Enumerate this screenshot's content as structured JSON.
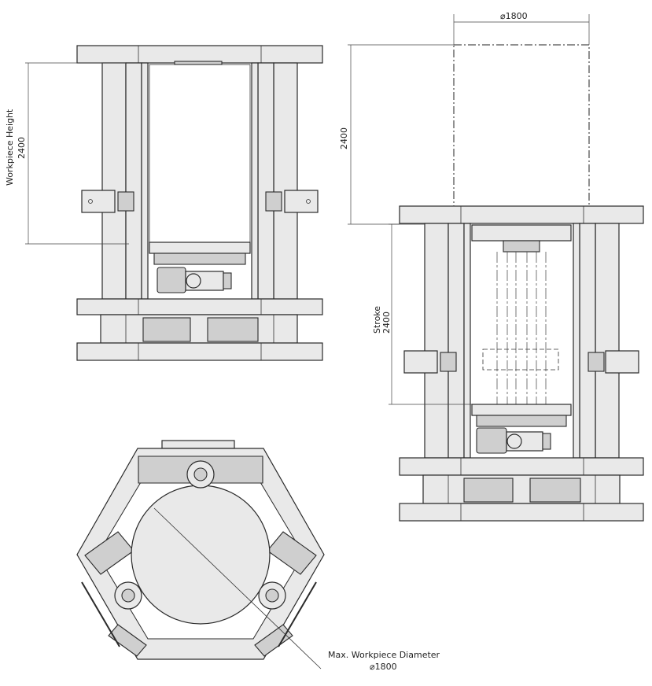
{
  "labels": {
    "workpiece_height_title": "Workpiece Height",
    "workpiece_height_value": "2400",
    "top_diameter_value": "⌀1800",
    "side_height_value": "2400",
    "stroke_title": "Stroke",
    "stroke_value": "2400",
    "max_diameter_title": "Max. Workpiece Diameter",
    "max_diameter_value": "⌀1800"
  }
}
